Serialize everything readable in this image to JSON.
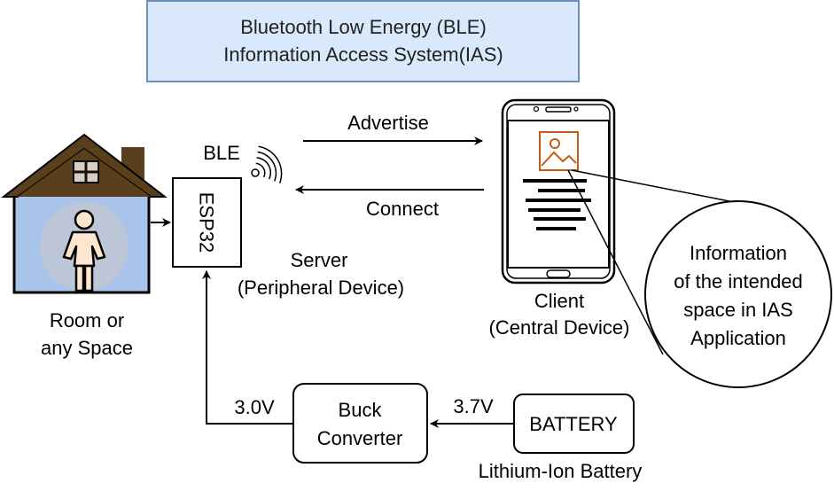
{
  "title": {
    "line1": "Bluetooth Low Energy (BLE)",
    "line2": "Information Access System(IAS)"
  },
  "room": {
    "line1": "Room or",
    "line2": "any Space"
  },
  "ble_label": "BLE",
  "esp_label": "ESP32",
  "server": {
    "line1": "Server",
    "line2": "(Peripheral Device)"
  },
  "advertise_label": "Advertise",
  "connect_label": "Connect",
  "client": {
    "line1": "Client",
    "line2": "(Central Device)"
  },
  "info_bubble": {
    "line1": "Information",
    "line2": "of the intended",
    "line3": "space in IAS",
    "line4": "Application"
  },
  "buck": {
    "line1": "Buck",
    "line2": "Converter"
  },
  "battery_label": "BATTERY",
  "battery_caption": "Lithium-Ion Battery",
  "voltage_esp": "3.0V",
  "voltage_battery": "3.7V",
  "icons": [
    "house-icon",
    "person-icon",
    "wifi-signal-icon",
    "smartphone-icon",
    "image-icon"
  ],
  "colors": {
    "title_fill": "#dae8fc",
    "title_stroke": "#6c8ebf",
    "house_wall": "#a9c4eb",
    "house_roof": "#5a3f1c",
    "person_circle": "#bcc6d6",
    "person_body": "#fde5cf",
    "image_icon": "#c85a17"
  }
}
